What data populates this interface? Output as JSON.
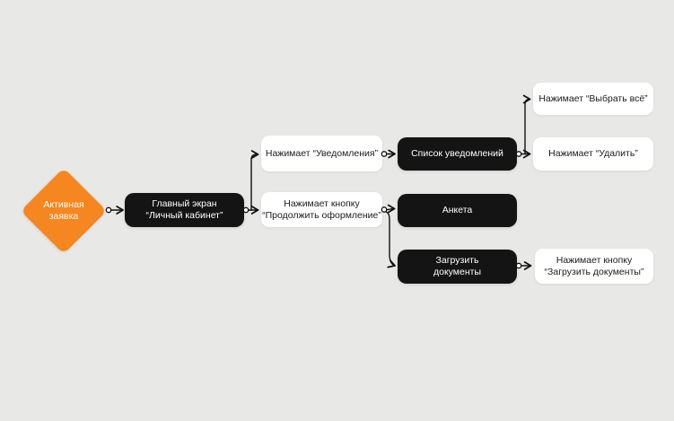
{
  "diagram": {
    "background_color": "#e8e8e7",
    "accent_orange": "#f6861f",
    "node_black_color": "#141414",
    "node_white_color": "#ffffff",
    "line_color": "#111111",
    "nodes": {
      "start": {
        "type": "diamond",
        "label": "Активная\nзаявка"
      },
      "main_screen": {
        "type": "black",
        "label": "Главный экран\n“Личный кабинет”"
      },
      "click_notifications": {
        "type": "white",
        "label": "Нажимает “Уведомления”"
      },
      "notifications_list": {
        "type": "black",
        "label": "Список уведомлений"
      },
      "click_select_all": {
        "type": "white",
        "label": "Нажимает “Выбрать всё”"
      },
      "click_delete": {
        "type": "white",
        "label": "Нажимает “Удалить”"
      },
      "click_continue": {
        "type": "white",
        "label": "Нажимает кнопку\n“Продолжить оформление”"
      },
      "questionnaire": {
        "type": "black",
        "label": "Анкета"
      },
      "upload_documents": {
        "type": "black",
        "label": "Загрузить\nдокументы"
      },
      "click_upload_documents": {
        "type": "white",
        "label": "Нажимает кнопку\n“Загрузить документы”"
      }
    },
    "edges": [
      {
        "from": "start",
        "to": "main_screen"
      },
      {
        "from": "main_screen",
        "to": "click_notifications"
      },
      {
        "from": "main_screen",
        "to": "click_continue"
      },
      {
        "from": "click_notifications",
        "to": "notifications_list"
      },
      {
        "from": "notifications_list",
        "to": "click_select_all"
      },
      {
        "from": "notifications_list",
        "to": "click_delete"
      },
      {
        "from": "click_continue",
        "to": "questionnaire"
      },
      {
        "from": "click_continue",
        "to": "upload_documents"
      },
      {
        "from": "upload_documents",
        "to": "click_upload_documents"
      }
    ]
  }
}
